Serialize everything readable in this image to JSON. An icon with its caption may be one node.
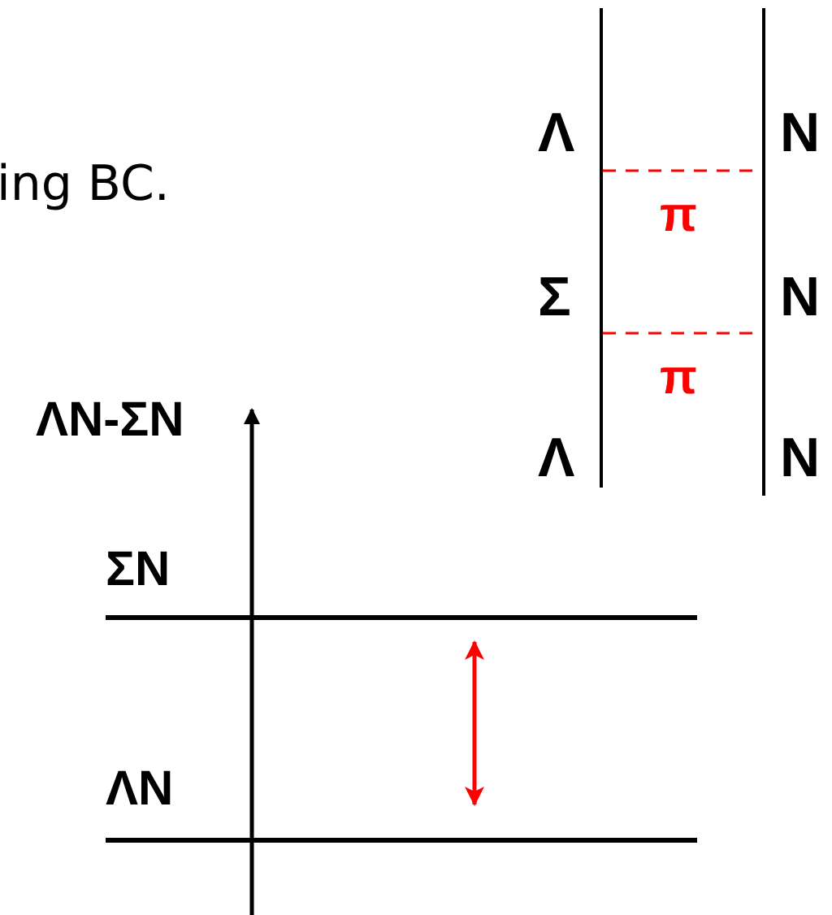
{
  "diagram": {
    "labels": [
      "ing BC.",
      "Λ",
      "N",
      "π",
      "Σ",
      "N",
      "π",
      "ΛN-ΣN",
      "Λ",
      "N",
      "ΣN",
      "ΛN"
    ]
  }
}
